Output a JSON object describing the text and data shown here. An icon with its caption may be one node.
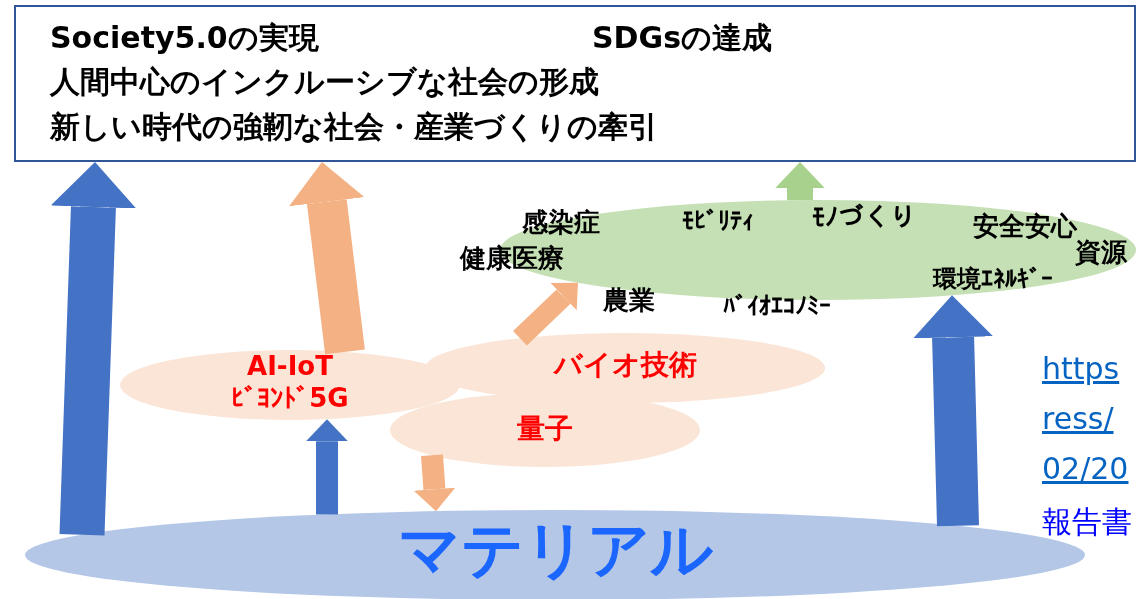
{
  "diagram": {
    "nodes": [
      {
        "text": [
          "Society5.0の実現",
          "SDGsの達成",
          "人間中心のインクルーシブな社会の形成",
          "新しい時代の強靭な社会・産業づくりの牽引"
        ]
      },
      {
        "text": [
          "感染症",
          "ﾓﾋﾞﾘﾃｨ",
          "ﾓﾉづくり",
          "安全安心",
          "健康医療",
          "資源",
          "農業",
          "ﾊﾞｲｵｴｺﾉﾐｰ",
          "環境ｴﾈﾙｷﾞｰ"
        ]
      },
      {
        "text": [
          "AI-IoT",
          "ﾋﾞﾖﾝﾄﾞ5G"
        ]
      },
      {
        "text": [
          "バイオ技術"
        ]
      },
      {
        "text": [
          "量子"
        ]
      },
      {
        "text": [
          "マテリアル"
        ]
      }
    ],
    "edges": [
      {
        "from": 5,
        "to": 0,
        "arrow": "to",
        "color": "#4472c4"
      },
      {
        "from": 2,
        "to": 0,
        "arrow": "to",
        "color": "#f4b183"
      },
      {
        "from": 3,
        "to": 1,
        "arrow": "to",
        "color": "#f4b183"
      },
      {
        "from": 1,
        "to": 0,
        "arrow": "to",
        "color": "#a9d18e"
      },
      {
        "from": 5,
        "to": 1,
        "arrow": "to",
        "color": "#4472c4"
      },
      {
        "from": 5,
        "to": 2,
        "arrow": "to",
        "color": "#4472c4"
      },
      {
        "from": 4,
        "to": 5,
        "arrow": "to",
        "color": "#f4b183"
      }
    ],
    "labels": [
      "https",
      "ress/",
      "02/20",
      "報告書"
    ]
  }
}
